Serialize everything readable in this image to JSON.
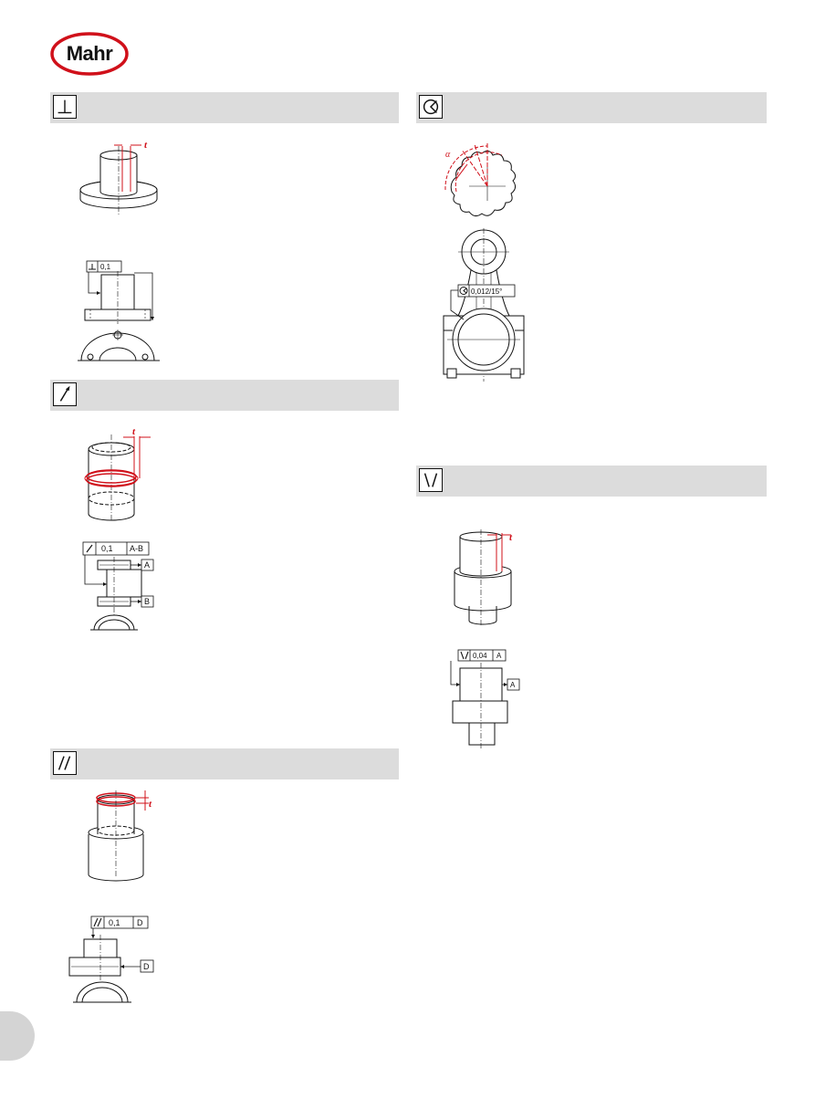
{
  "brand": {
    "name": "Mahr",
    "color": "#d0101a"
  },
  "colors": {
    "accent": "#d0101a",
    "bar": "#dcdcdc",
    "ink": "#111111"
  },
  "sections": [
    {
      "id": "perpendicularity",
      "icon": "perpendicularity-icon"
    },
    {
      "id": "circular-runout",
      "icon": "circular-runout-icon"
    },
    {
      "id": "parallelism",
      "icon": "parallelism-icon"
    },
    {
      "id": "angularity-sector",
      "icon": "sector-angle-icon"
    },
    {
      "id": "conicity",
      "icon": "conicity-icon"
    }
  ],
  "labels": {
    "tolerance": "t",
    "alpha": "α"
  },
  "callouts": {
    "perpendicularity": {
      "value": "0,1"
    },
    "runout": {
      "value": "0,1",
      "datum": "A-B",
      "datum_a": "A",
      "datum_b": "B"
    },
    "parallelism": {
      "value": "0,1",
      "datum": "D",
      "datum_d": "D"
    },
    "sector": {
      "value": "0,012/15°"
    },
    "conicity": {
      "value": "0,04",
      "datum": "A",
      "datum_a": "A"
    }
  }
}
